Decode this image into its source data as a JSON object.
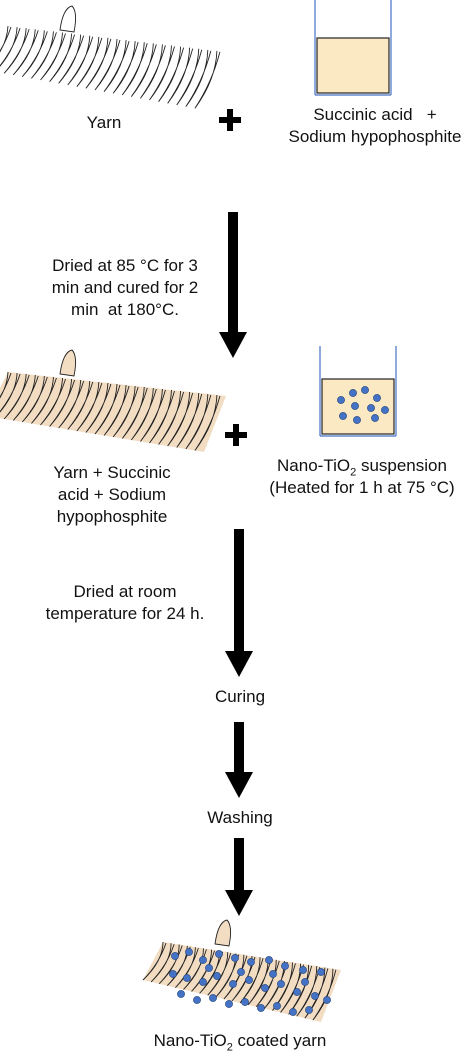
{
  "step1": {
    "yarn_label": "Yarn",
    "reagent_line1": "Succinic acid   +",
    "reagent_line2": "Sodium hypophosphite"
  },
  "arrow1": {
    "line1": "Dried at 85 °C for 3",
    "line2": "min and cured for 2",
    "line3": "min  at 180°C."
  },
  "step2": {
    "yarn_line1": "Yarn + Succinic",
    "yarn_line2": "acid + Sodium",
    "yarn_line3": "hypophosphite",
    "suspension_prefix": "Nano-TiO",
    "suspension_sub": "2",
    "suspension_suffix": " suspension",
    "suspension_line2": "(Heated for 1 h at 75 °C)"
  },
  "arrow2": {
    "line1": "Dried at room",
    "line2": "temperature for 24 h."
  },
  "curing_label": "Curing",
  "washing_label": "Washing",
  "result": {
    "prefix": "Nano-TiO",
    "sub": "2",
    "suffix": " coated yarn"
  },
  "colors": {
    "reagent_fill": "#fbe9c3",
    "coated_fill": "#f2dcc2",
    "particle": "#4472c4",
    "arrow": "#000000",
    "beaker_stroke": "#4472c4"
  }
}
